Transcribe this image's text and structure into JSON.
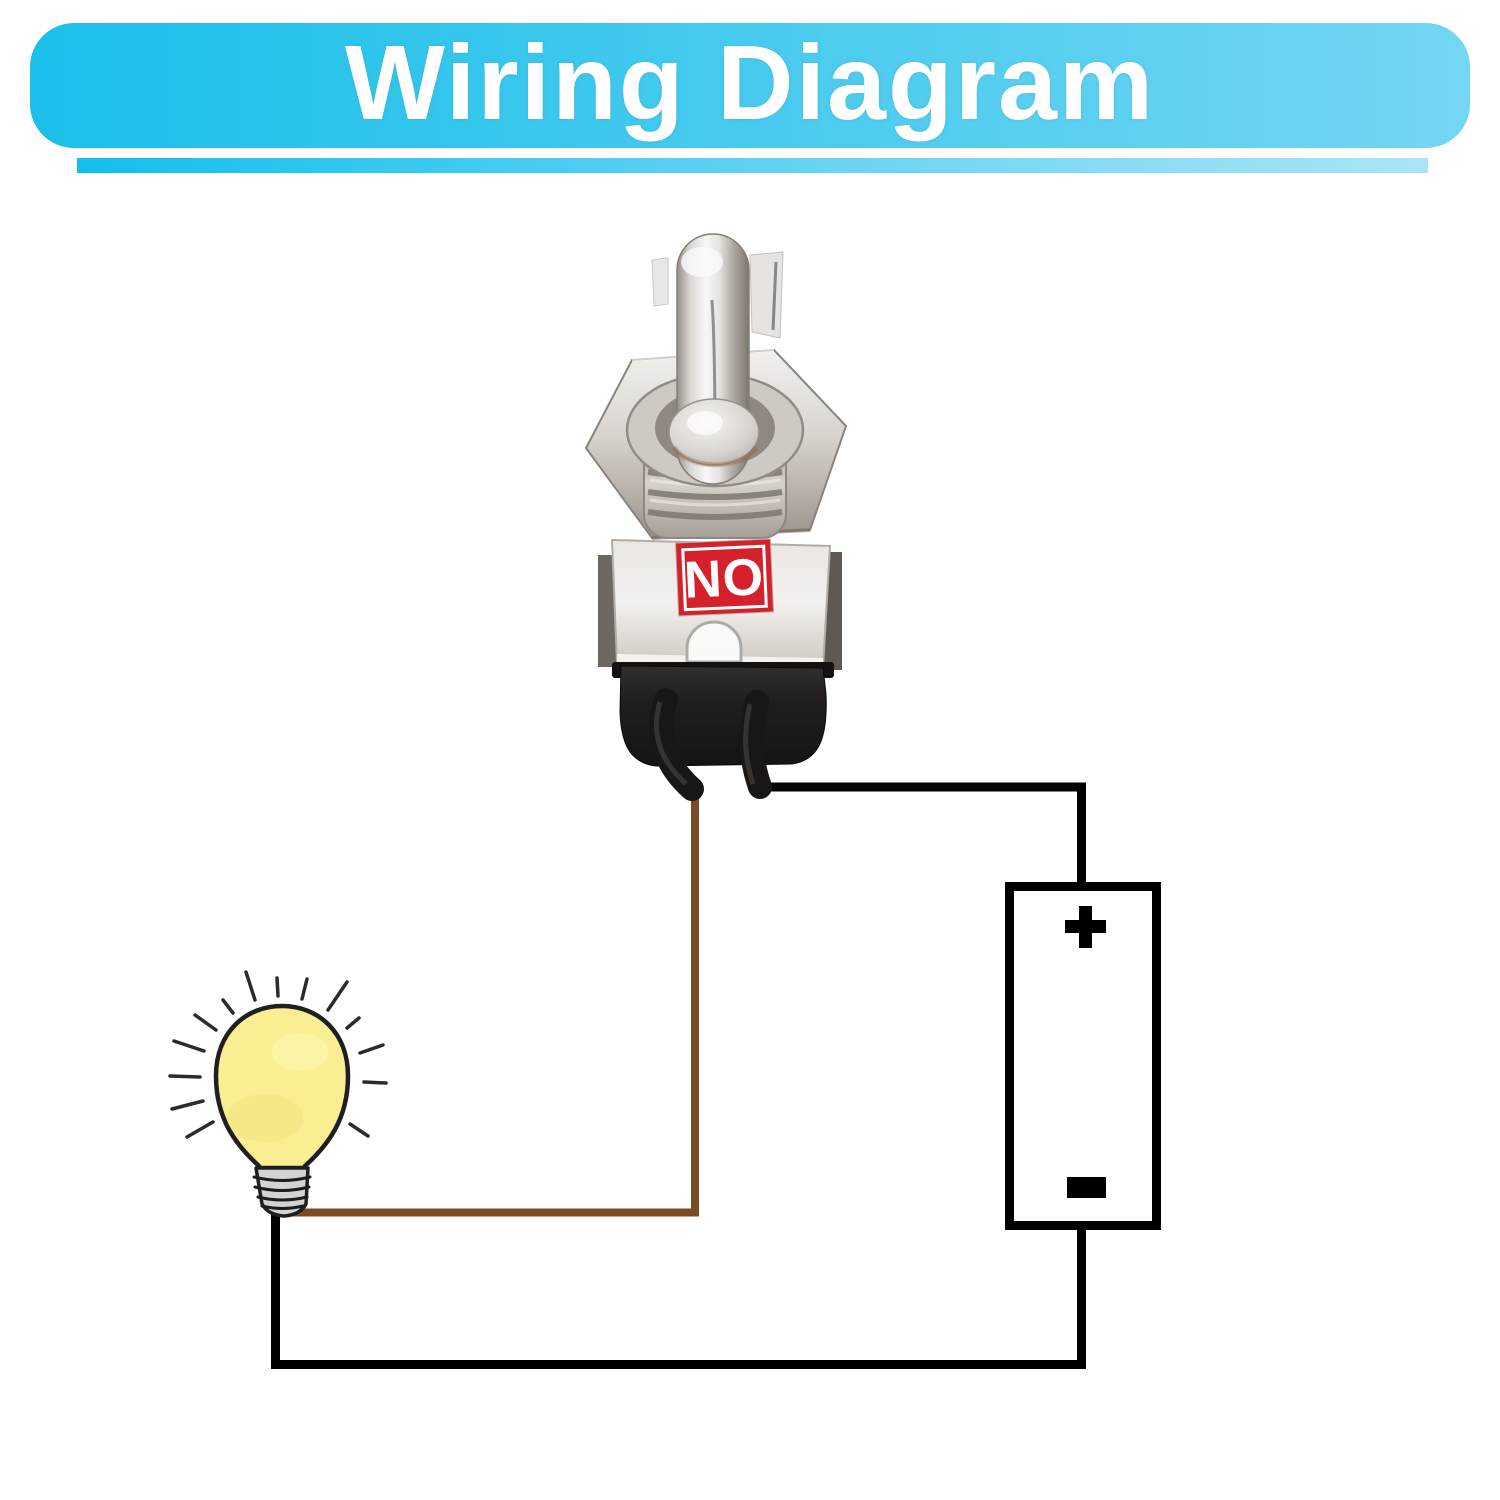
{
  "header": {
    "title": "Wiring Diagram"
  },
  "switch_unit": {
    "label": "NO",
    "description_names": [
      "toggle-lever",
      "hex-nut",
      "threaded-bushing",
      "mounting-plate",
      "led-indicator",
      "black-body",
      "lead-wires"
    ]
  },
  "battery": {
    "positive_label": "+",
    "negative_label": "-"
  },
  "bulb": {
    "style": "glowing-light-bulb-drawing"
  },
  "colors": {
    "banner-start": "#1ABFEA",
    "banner-end": "#74D6F3",
    "underline-start": "#14BFEB",
    "underline-end": "#ABE4F8",
    "title-text": "#FFFFFF",
    "label-bg": "#D5212B",
    "label-text": "#FFFFFF",
    "wire-brown": "#7B4A22",
    "wire-black": "#000000",
    "bulb-glass": "#F9EF92",
    "bulb-outline": "#1F1F1F",
    "bulb-base": "#D4D3D1",
    "battery-border": "#000000",
    "battery-fill": "#FFFFFF"
  }
}
